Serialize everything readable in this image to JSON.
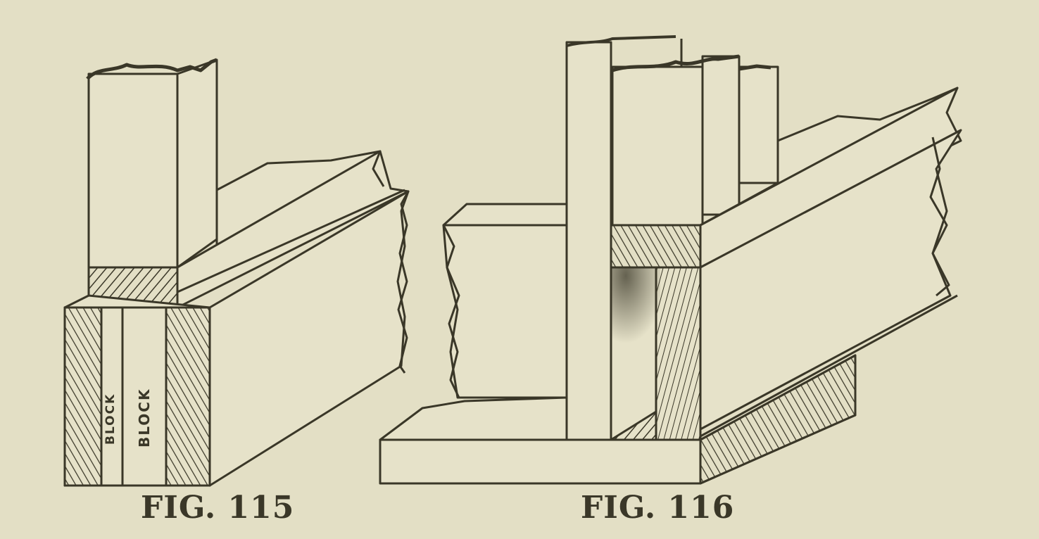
{
  "figures": [
    {
      "id": "fig-115",
      "caption": "FIG. 115",
      "labels": [
        "BLOCK",
        "BLOCK"
      ],
      "description": "Post on built-up sill with blocks between timbers, joists/plate running back"
    },
    {
      "id": "fig-116",
      "caption": "FIG. 116",
      "labels": [],
      "description": "Studs on sill with girt and floor joists, end-grain sections shown"
    }
  ],
  "colors": {
    "paper": "#e3dfc5",
    "ink": "#3a3728",
    "grain_shade": "#8a8670"
  }
}
